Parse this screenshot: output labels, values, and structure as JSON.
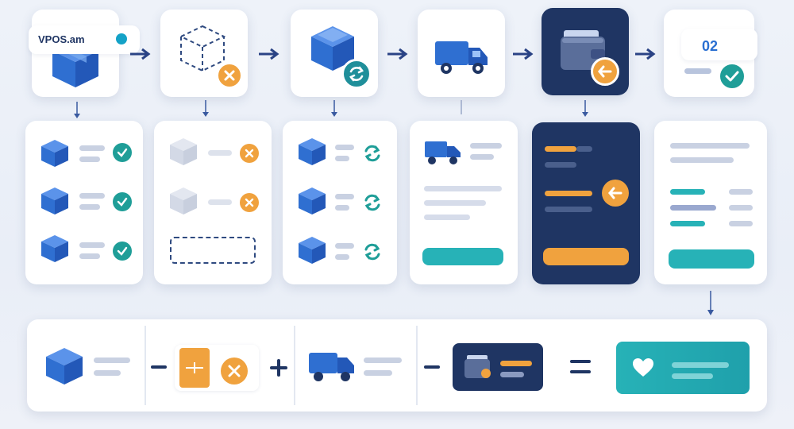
{
  "header": {
    "logo": "VPOS.am",
    "step_badge": "02"
  },
  "colors": {
    "navy": "#1f3563",
    "box_blue": "#2f6fd1",
    "teal": "#27b2b7",
    "orange": "#f0a23e",
    "green_check": "#1f9e98",
    "background": "#eef2f9"
  },
  "flow": {
    "steps": [
      {
        "icon": "box-icon",
        "status": "complete"
      },
      {
        "icon": "dashed-box-icon",
        "status": "cancelled"
      },
      {
        "icon": "box-icon",
        "status": "exchange"
      },
      {
        "icon": "truck-icon",
        "status": "shipping"
      },
      {
        "icon": "wallet-icon",
        "status": "refund"
      },
      {
        "icon": "document-icon",
        "status": "done"
      }
    ],
    "equation": [
      "box-icon",
      "−",
      "document-icon",
      "+",
      "truck-icon",
      "−",
      "wallet-icon",
      "=",
      "heart-icon"
    ]
  }
}
